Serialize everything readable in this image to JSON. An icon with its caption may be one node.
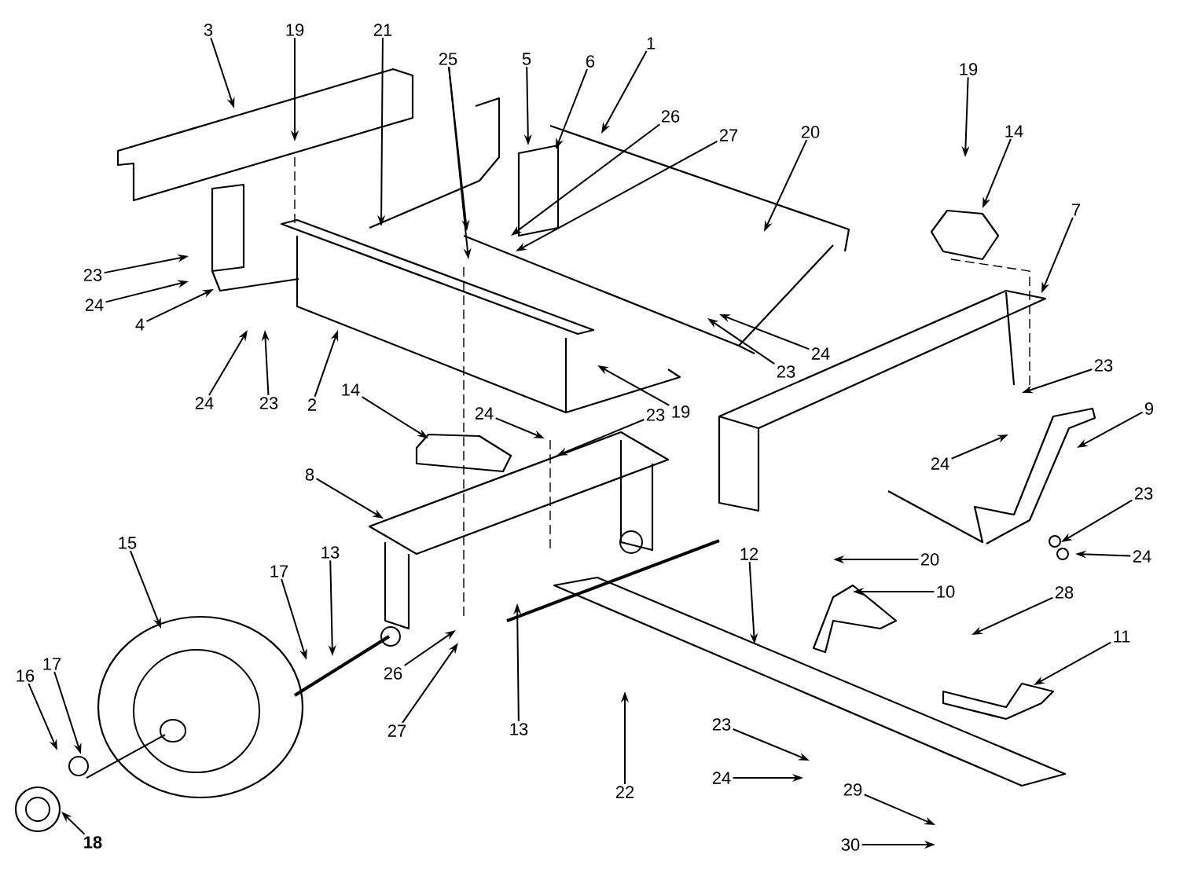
{
  "diagram": {
    "nodes": [
      {
        "text": [
          "3"
        ]
      },
      {
        "text": [
          "19"
        ]
      },
      {
        "text": [
          "21"
        ]
      },
      {
        "text": [
          "25"
        ]
      },
      {
        "text": [
          "5"
        ]
      },
      {
        "text": [
          "6"
        ]
      },
      {
        "text": [
          "1"
        ]
      },
      {
        "text": [
          "26"
        ]
      },
      {
        "text": [
          "27"
        ]
      },
      {
        "text": [
          "20"
        ]
      },
      {
        "text": [
          "19"
        ]
      },
      {
        "text": [
          "14"
        ]
      },
      {
        "text": [
          "7"
        ]
      },
      {
        "text": [
          "23"
        ]
      },
      {
        "text": [
          "24"
        ]
      },
      {
        "text": [
          "4"
        ]
      },
      {
        "text": [
          "24"
        ]
      },
      {
        "text": [
          "23"
        ]
      },
      {
        "text": [
          "2"
        ]
      },
      {
        "text": [
          "24"
        ]
      },
      {
        "text": [
          "23"
        ]
      },
      {
        "text": [
          "19"
        ]
      },
      {
        "text": [
          "14"
        ]
      },
      {
        "text": [
          "24"
        ]
      },
      {
        "text": [
          "23"
        ]
      },
      {
        "text": [
          "23"
        ]
      },
      {
        "text": [
          "9"
        ]
      },
      {
        "text": [
          "24"
        ]
      },
      {
        "text": [
          "8"
        ]
      },
      {
        "text": [
          "15"
        ]
      },
      {
        "text": [
          "17"
        ]
      },
      {
        "text": [
          "13"
        ]
      },
      {
        "text": [
          "12"
        ]
      },
      {
        "text": [
          "20"
        ]
      },
      {
        "text": [
          "23"
        ]
      },
      {
        "text": [
          "24"
        ]
      },
      {
        "text": [
          "10"
        ]
      },
      {
        "text": [
          "28"
        ]
      },
      {
        "text": [
          "11"
        ]
      },
      {
        "text": [
          "26"
        ]
      },
      {
        "text": [
          "27"
        ]
      },
      {
        "text": [
          "13"
        ]
      },
      {
        "text": [
          "22"
        ]
      },
      {
        "text": [
          "16"
        ]
      },
      {
        "text": [
          "17"
        ]
      },
      {
        "text": [
          "18"
        ]
      },
      {
        "text": [
          "23"
        ]
      },
      {
        "text": [
          "24"
        ]
      },
      {
        "text": [
          "29"
        ]
      },
      {
        "text": [
          "30"
        ]
      }
    ],
    "edges": [
      {
        "from": 0,
        "to": null,
        "arrow": "to"
      },
      {
        "from": 1,
        "to": null,
        "arrow": "to"
      },
      {
        "from": 2,
        "to": null,
        "arrow": "to"
      },
      {
        "from": 3,
        "to": null,
        "arrow": "to"
      },
      {
        "from": 3,
        "to": null,
        "arrow": "to"
      },
      {
        "from": 4,
        "to": null,
        "arrow": "to"
      },
      {
        "from": 5,
        "to": null,
        "arrow": "to"
      },
      {
        "from": 6,
        "to": null,
        "arrow": "to"
      },
      {
        "from": 7,
        "to": null,
        "arrow": "to"
      },
      {
        "from": 8,
        "to": null,
        "arrow": "to"
      },
      {
        "from": 9,
        "to": null,
        "arrow": "to"
      },
      {
        "from": 10,
        "to": null,
        "arrow": "to"
      },
      {
        "from": 11,
        "to": null,
        "arrow": "to"
      },
      {
        "from": 12,
        "to": null,
        "arrow": "to"
      },
      {
        "from": 13,
        "to": null,
        "arrow": "to"
      },
      {
        "from": 14,
        "to": null,
        "arrow": "to"
      },
      {
        "from": 15,
        "to": null,
        "arrow": "to"
      },
      {
        "from": 16,
        "to": null,
        "arrow": "to"
      },
      {
        "from": 17,
        "to": null,
        "arrow": "to"
      },
      {
        "from": 18,
        "to": null,
        "arrow": "to"
      },
      {
        "from": 19,
        "to": null,
        "arrow": "to"
      },
      {
        "from": 20,
        "to": null,
        "arrow": "to"
      },
      {
        "from": 21,
        "to": null,
        "arrow": "to"
      },
      {
        "from": 22,
        "to": null,
        "arrow": "to"
      },
      {
        "from": 23,
        "to": null,
        "arrow": "to"
      },
      {
        "from": 24,
        "to": null,
        "arrow": "to"
      },
      {
        "from": 25,
        "to": null,
        "arrow": "to"
      },
      {
        "from": 26,
        "to": null,
        "arrow": "to"
      },
      {
        "from": 27,
        "to": null,
        "arrow": "to"
      },
      {
        "from": 28,
        "to": null,
        "arrow": "to"
      },
      {
        "from": 29,
        "to": null,
        "arrow": "to"
      },
      {
        "from": 30,
        "to": null,
        "arrow": "to"
      },
      {
        "from": 31,
        "to": null,
        "arrow": "to"
      },
      {
        "from": 32,
        "to": null,
        "arrow": "to"
      },
      {
        "from": 33,
        "to": null,
        "arrow": "to"
      },
      {
        "from": 34,
        "to": null,
        "arrow": "to"
      },
      {
        "from": 35,
        "to": null,
        "arrow": "to"
      },
      {
        "from": 36,
        "to": null,
        "arrow": "to"
      },
      {
        "from": 37,
        "to": null,
        "arrow": "to"
      },
      {
        "from": 38,
        "to": null,
        "arrow": "to"
      },
      {
        "from": 39,
        "to": null,
        "arrow": "to"
      },
      {
        "from": 40,
        "to": null,
        "arrow": "to"
      },
      {
        "from": 41,
        "to": null,
        "arrow": "to"
      },
      {
        "from": 42,
        "to": null,
        "arrow": "to"
      },
      {
        "from": 43,
        "to": null,
        "arrow": "to"
      },
      {
        "from": 44,
        "to": null,
        "arrow": "to"
      },
      {
        "from": 45,
        "to": null,
        "arrow": "to"
      },
      {
        "from": 46,
        "to": null,
        "arrow": "to"
      },
      {
        "from": 47,
        "to": null,
        "arrow": "to"
      },
      {
        "from": 48,
        "to": null,
        "arrow": "to"
      },
      {
        "from": 49,
        "to": null,
        "arrow": "to"
      }
    ]
  }
}
